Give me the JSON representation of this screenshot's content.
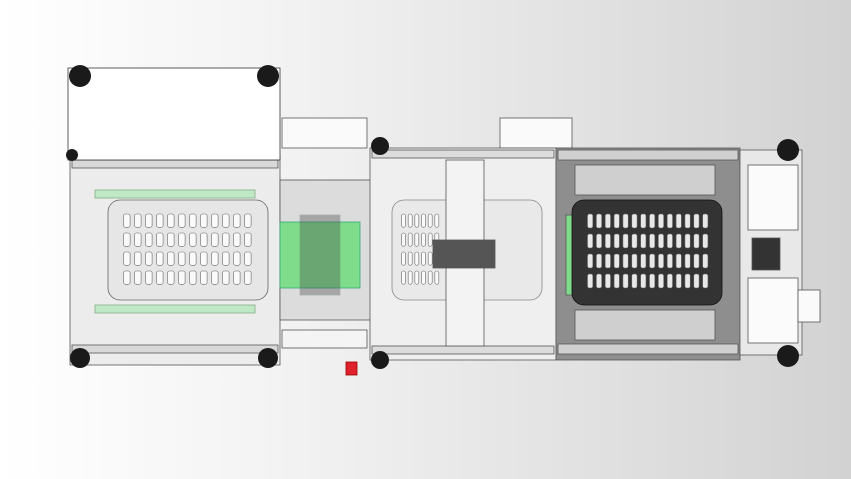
{
  "view": {
    "background_left": "#ffffff",
    "background_right": "#d2d2d2"
  },
  "colors": {
    "frame": "#d9d9d9",
    "frame_stroke": "#555555",
    "roller_green": "#7fdc8a",
    "wheel": "#1a1a1a",
    "dark_module": "#8a8a8a",
    "tray": "#bfbfbf",
    "accent_red": "#e0202a"
  },
  "trays": [
    {
      "cols": 12,
      "rows": 4
    },
    {
      "cols": 6,
      "rows": 4
    },
    {
      "cols": 14,
      "rows": 4
    }
  ]
}
